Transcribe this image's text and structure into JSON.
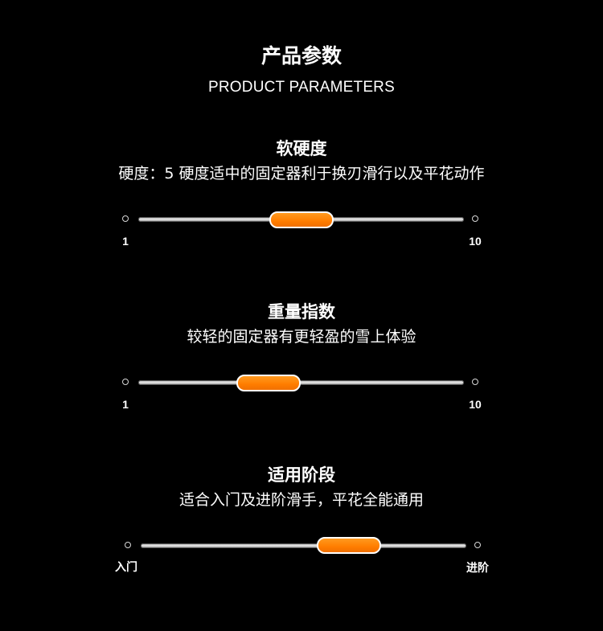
{
  "header": {
    "title_cn": "产品参数",
    "title_en": "PRODUCT PARAMETERS"
  },
  "params": [
    {
      "title": "软硬度",
      "description": "硬度：5 硬度适中的固定器利于换刃滑行以及平花动作",
      "min_label": "1",
      "max_label": "10",
      "level": 0.5
    },
    {
      "title": "重量指数",
      "description": "较轻的固定器有更轻盈的雪上体验",
      "min_label": "1",
      "max_label": "10",
      "level": 0.4
    },
    {
      "title": "适用阶段",
      "description": "适合入门及进阶滑手，平花全能通用",
      "min_label": "入门",
      "max_label": "进阶",
      "level": 0.64
    }
  ],
  "colors": {
    "background": "#000000",
    "thumb": "#ff8200",
    "text": "#ffffff"
  }
}
